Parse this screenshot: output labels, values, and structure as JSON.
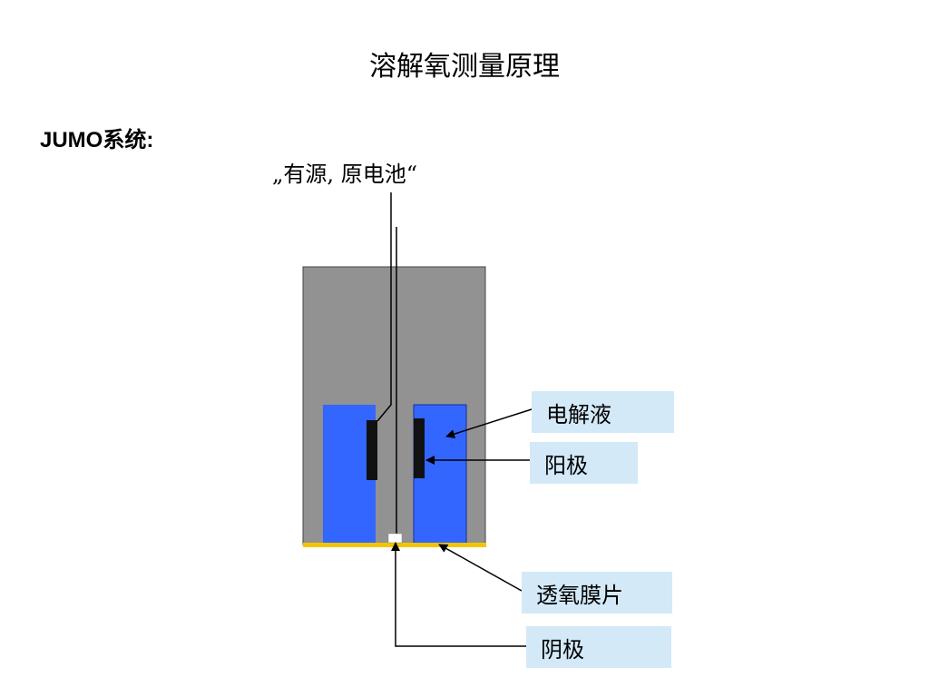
{
  "title": "溶解氧测量原理",
  "system_label": "JUMO系统:",
  "subtitle": "„有源, 原电池“",
  "labels": {
    "electrolyte": "电解液",
    "anode": "阳极",
    "membrane": "透氧膜片",
    "cathode": "阴极"
  },
  "colors": {
    "housing": "#929292",
    "electrolyte": "#3366ff",
    "anode": "#111111",
    "membrane": "#f5c400",
    "label_bg": "#d3e9f8"
  }
}
